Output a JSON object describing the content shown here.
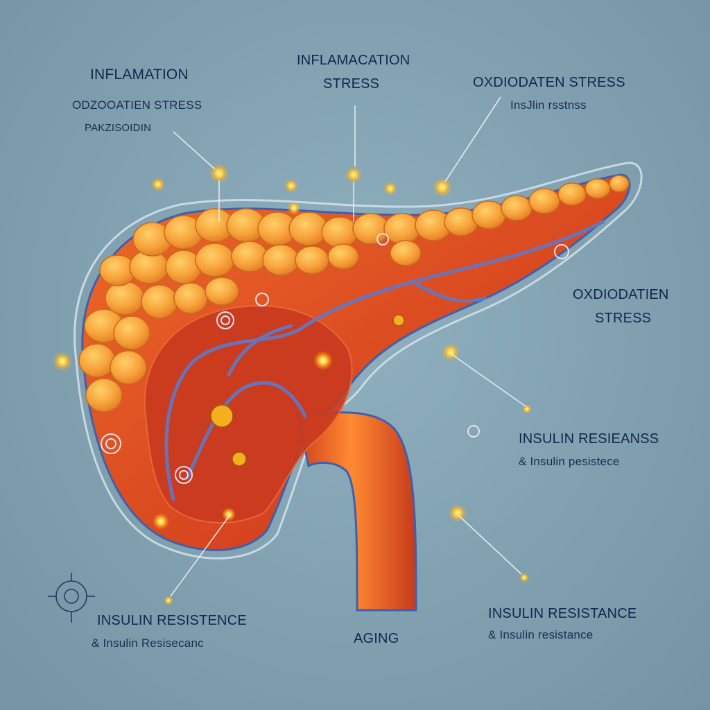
{
  "labels": {
    "top_left": {
      "title": "INFLAMATION",
      "line2": "ODZOOATIEN STRESS",
      "line3": "PAKZISOIDIN"
    },
    "top_center": {
      "line1": "INFLAMACATION",
      "line2": "STRESS"
    },
    "top_right": {
      "line1": "OXDIODATEN STRESS",
      "line2": "InsJlin rsstnss"
    },
    "mid_right": {
      "line1": "OXDIODATIEN",
      "line2": "STRESS"
    },
    "lower_right": {
      "line1": "INSULIN RESIEANSS",
      "line2": "& Insulin pesistece"
    },
    "bottom_left": {
      "line1": "INSULIN RESISTENCE",
      "line2": "& Insulin Resisecanc"
    },
    "bottom_center": {
      "line1": "AGING"
    },
    "bottom_right": {
      "line1": "INSULIN RESISTANCE",
      "line2": "& Insulin resistance"
    }
  },
  "colors": {
    "background": "#8aa9b8",
    "organ_head": "#f7a23a",
    "organ_body": "#e2542a",
    "duct": "#5f79c8",
    "marker": "#ffc93a",
    "text": "#12264f"
  },
  "icons": {
    "emblem": "circle-emblem-icon"
  }
}
